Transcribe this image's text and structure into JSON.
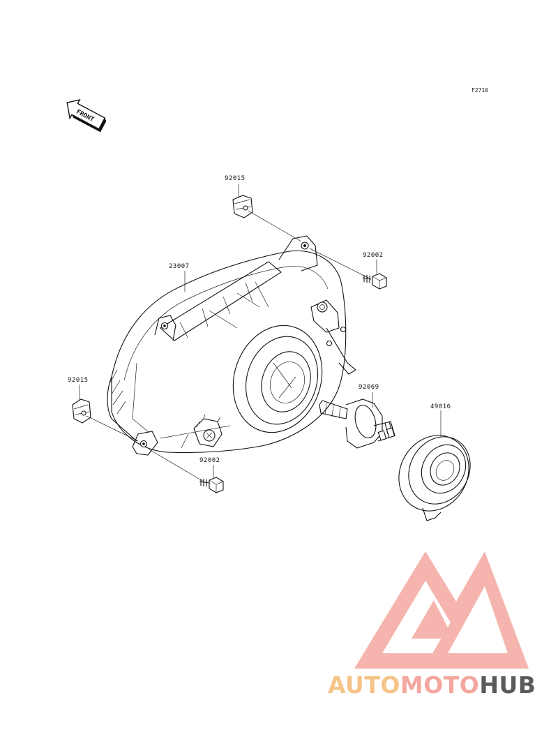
{
  "figure_code": "F2710",
  "front_label": "FRONT",
  "parts": [
    {
      "code": "92015"
    },
    {
      "code": "92002"
    },
    {
      "code": "23007"
    },
    {
      "code": "92069"
    },
    {
      "code": "49016"
    },
    {
      "code": "92015"
    },
    {
      "code": "92002"
    }
  ],
  "watermark": {
    "part1": "AUTO",
    "part2": "MOTO",
    "part3": "HUB",
    "colors": {
      "auto": "#f6c488",
      "moto": "#f4a79f",
      "hub": "#5a5a5a",
      "logo": "#f4a79f"
    }
  }
}
